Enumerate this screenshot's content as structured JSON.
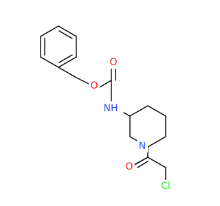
{
  "atoms": {
    "o_ether": {
      "text": "O",
      "color": "#ff0d0d"
    },
    "o_carbonyl_top": {
      "text": "O",
      "color": "#ff0d0d"
    },
    "nh": {
      "text": "NH",
      "color": "#3050f8"
    },
    "n_ring": {
      "text": "N",
      "color": "#3050f8"
    },
    "o_carbonyl_bottom": {
      "text": "O",
      "color": "#ff0d0d"
    },
    "cl": {
      "text": "Cl",
      "color": "#1ff01f"
    }
  }
}
